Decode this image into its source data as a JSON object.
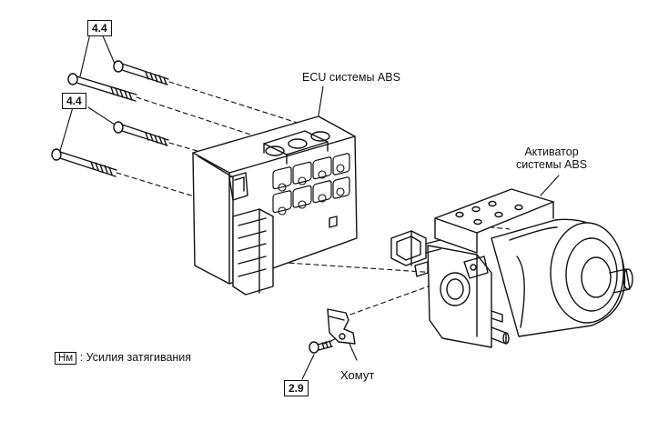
{
  "labels": {
    "ecu": "ECU  системы ABS",
    "actuator_line1": "Активатор",
    "actuator_line2": "системы ABS",
    "clamp": "Хомут"
  },
  "torque": {
    "top": "4.4",
    "middle": "4.4",
    "bottom": "2.9"
  },
  "legend": {
    "unit": "Нм",
    "text": ": Усилия затягивания"
  }
}
